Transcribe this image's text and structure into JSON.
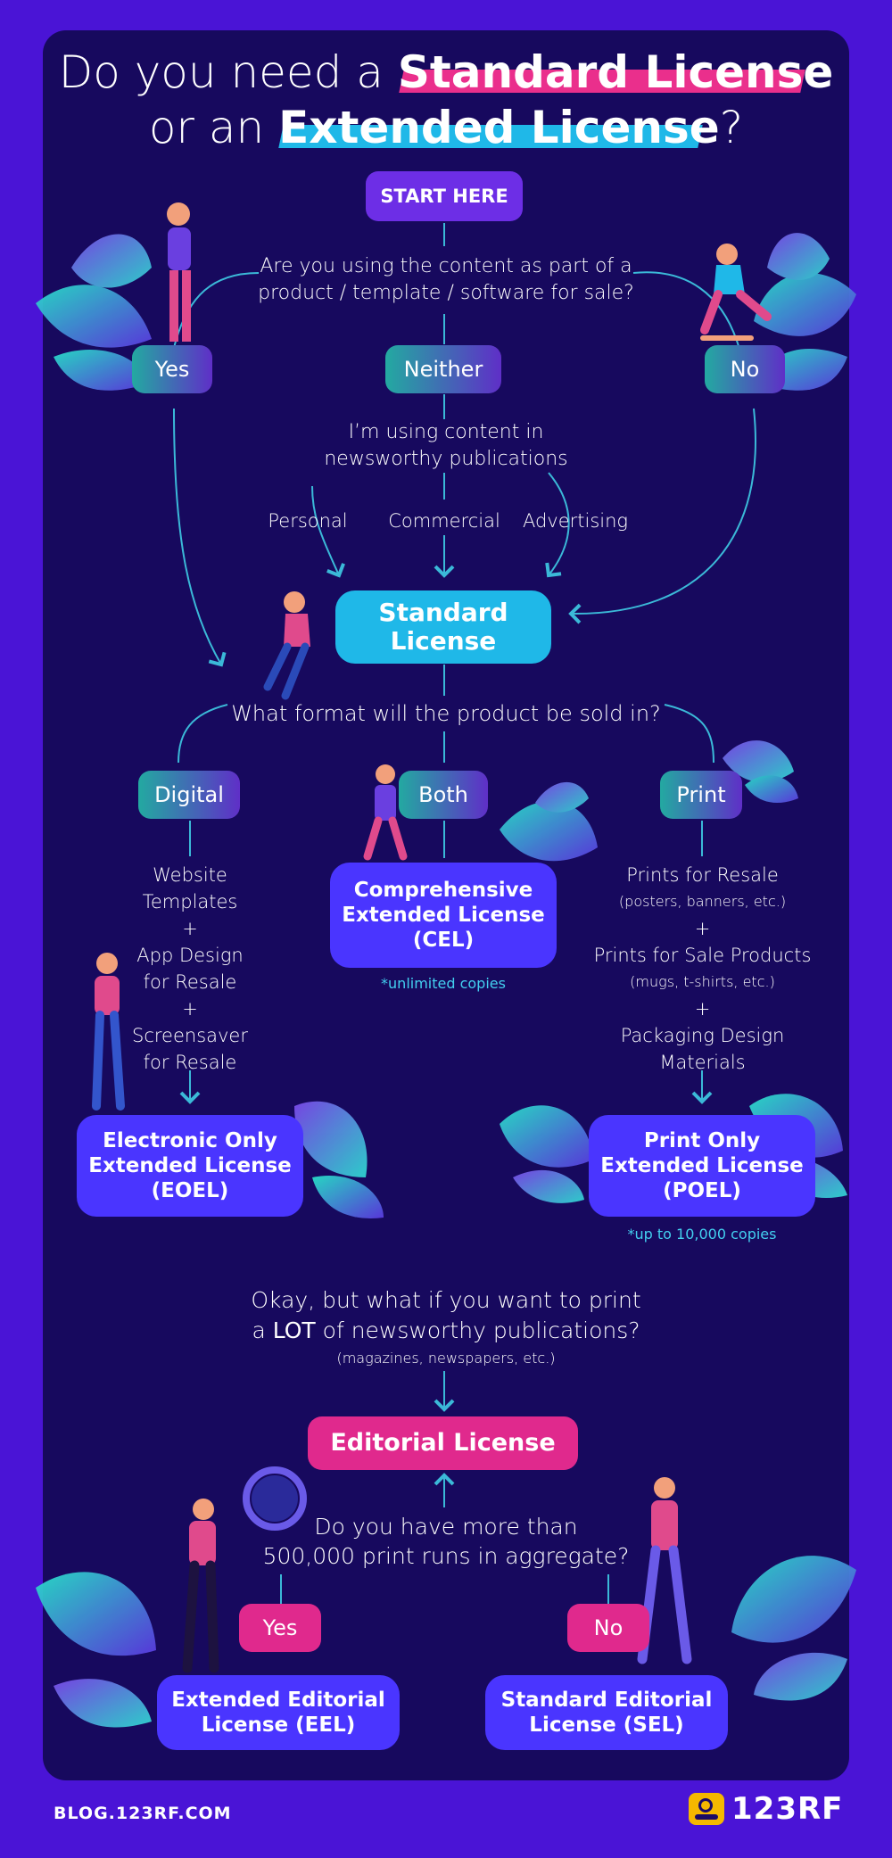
{
  "title": {
    "line1_pre": "Do you need a ",
    "line1_bold": "Standard License",
    "line2_pre": "or an ",
    "line2_bold": "Extended License",
    "line2_post": "?"
  },
  "start": "START HERE",
  "q1": {
    "line1": "Are you using the content as part of a",
    "line2": "product / template / software for sale?"
  },
  "answers1": {
    "yes": "Yes",
    "neither": "Neither",
    "no": "No"
  },
  "news": {
    "line1": "I’m using content in",
    "line2": "newsworthy publications",
    "personal": "Personal",
    "commercial": "Commercial",
    "advertising": "Advertising"
  },
  "standard": {
    "line1": "Standard",
    "line2": "License"
  },
  "q2": "What format will the product be sold in?",
  "formats": {
    "digital": "Digital",
    "both": "Both",
    "print": "Print"
  },
  "digital_list": {
    "i1a": "Website",
    "i1b": "Templates",
    "p1": "+",
    "i2a": "App Design",
    "i2b": "for Resale",
    "p2": "+",
    "i3a": "Screensaver",
    "i3b": "for Resale"
  },
  "cel": {
    "line1": "Comprehensive",
    "line2": "Extended License",
    "line3": "(CEL)",
    "note": "*unlimited copies"
  },
  "print_list": {
    "i1": "Prints for Resale",
    "i1sub": "(posters, banners, etc.)",
    "p1": "+",
    "i2": "Prints for Sale Products",
    "i2sub": "(mugs, t-shirts, etc.)",
    "p2": "+",
    "i3a": "Packaging Design",
    "i3b": "Materials"
  },
  "eoel": {
    "line1": "Electronic Only",
    "line2": "Extended License",
    "line3": "(EOEL)"
  },
  "poel": {
    "line1": "Print Only",
    "line2": "Extended License",
    "line3": "(POEL)",
    "note": "*up to 10,000 copies"
  },
  "q3": {
    "line1": "Okay, but what if you want to print",
    "line2_pre": "a ",
    "line2_bold": "LOT",
    "line2_post": " of newsworthy publications?",
    "sub": "(magazines, newspapers, etc.)"
  },
  "editorial": "Editorial License",
  "q4": {
    "line1": "Do you have more than",
    "line2": "500,000 print runs in aggregate?"
  },
  "answers4": {
    "yes": "Yes",
    "no": "No"
  },
  "eel": {
    "line1": "Extended Editorial",
    "line2": "License (EEL)"
  },
  "sel": {
    "line1": "Standard Editorial",
    "line2": "License (SEL)"
  },
  "footer": {
    "url": "BLOG.123RF.COM",
    "brand": "123RF"
  },
  "colors": {
    "background": "#4a14d6",
    "panel": "#17095e",
    "pink": "#e0298d",
    "cyan": "#1fb8e8",
    "blue_box": "#4a35ff",
    "teal": "#23a9a1"
  }
}
